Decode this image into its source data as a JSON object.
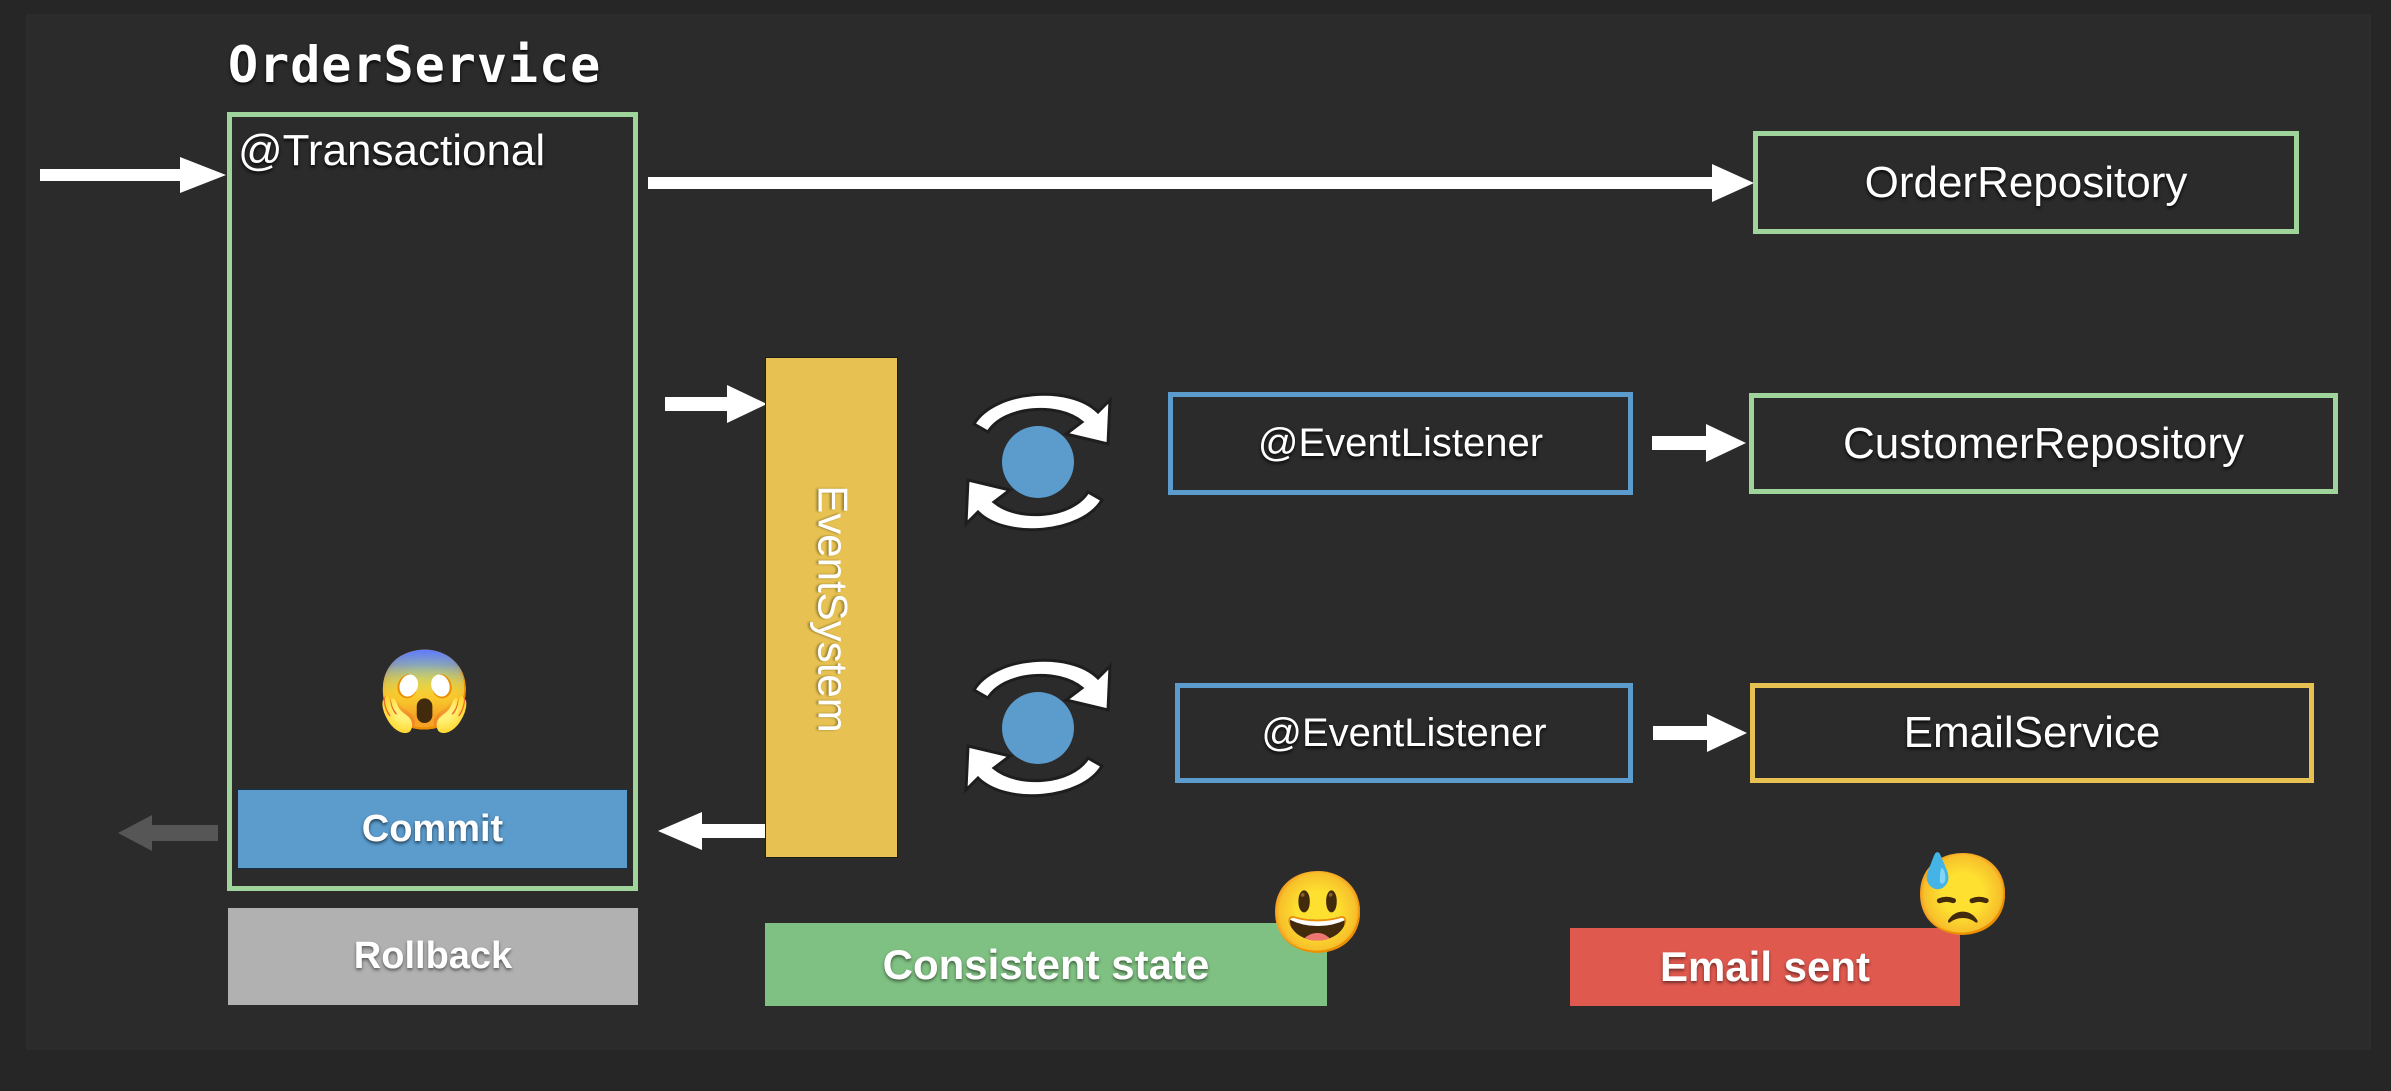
{
  "diagram": {
    "title": "OrderService",
    "background_color": "#2b2b2b",
    "transactional": {
      "label": "@Transactional",
      "border_color": "#9fd49b",
      "emoji": "😱",
      "emoji_name": "face-screaming-in-fear"
    },
    "commit": {
      "label": "Commit",
      "fill_color": "#5b9ccd"
    },
    "rollback": {
      "label": "Rollback",
      "fill_color": "#b1b1b1"
    },
    "event_system": {
      "label": "EventSystem",
      "fill_color": "#e7c252"
    },
    "listeners": [
      {
        "label": "@EventListener",
        "border_color": "#5b9ccd"
      },
      {
        "label": "@EventListener",
        "border_color": "#5b9ccd"
      }
    ],
    "targets": [
      {
        "label": "OrderRepository",
        "border_color": "#9fd49b"
      },
      {
        "label": "CustomerRepository",
        "border_color": "#9fd49b"
      },
      {
        "label": "EmailService",
        "border_color": "#e7c252"
      }
    ],
    "outcomes": [
      {
        "label": "Consistent state",
        "fill_color": "#7fc182",
        "emoji": "😃",
        "emoji_name": "grinning-face-with-big-eyes"
      },
      {
        "label": "Email sent",
        "fill_color": "#e0594f",
        "emoji": "😓",
        "emoji_name": "downcast-face-with-sweat"
      }
    ],
    "sync_icons": [
      {
        "name": "sync-refresh-icon",
        "circle_color": "#5b9ccd",
        "arrow_color": "#ffffff"
      },
      {
        "name": "sync-refresh-icon",
        "circle_color": "#5b9ccd",
        "arrow_color": "#ffffff"
      }
    ],
    "arrows": [
      {
        "name": "inbound-request-arrow",
        "color": "#ffffff",
        "direction": "right"
      },
      {
        "name": "transactional-to-order-repository-arrow",
        "color": "#ffffff",
        "direction": "right"
      },
      {
        "name": "transactional-to-event-system-arrow",
        "color": "#ffffff",
        "direction": "right"
      },
      {
        "name": "event-system-to-commit-arrow",
        "color": "#ffffff",
        "direction": "left"
      },
      {
        "name": "commit-outbound-arrow",
        "color": "#565656",
        "direction": "left"
      },
      {
        "name": "listener-to-customer-repository-arrow",
        "color": "#ffffff",
        "direction": "right"
      },
      {
        "name": "listener-to-email-service-arrow",
        "color": "#ffffff",
        "direction": "right"
      }
    ]
  }
}
